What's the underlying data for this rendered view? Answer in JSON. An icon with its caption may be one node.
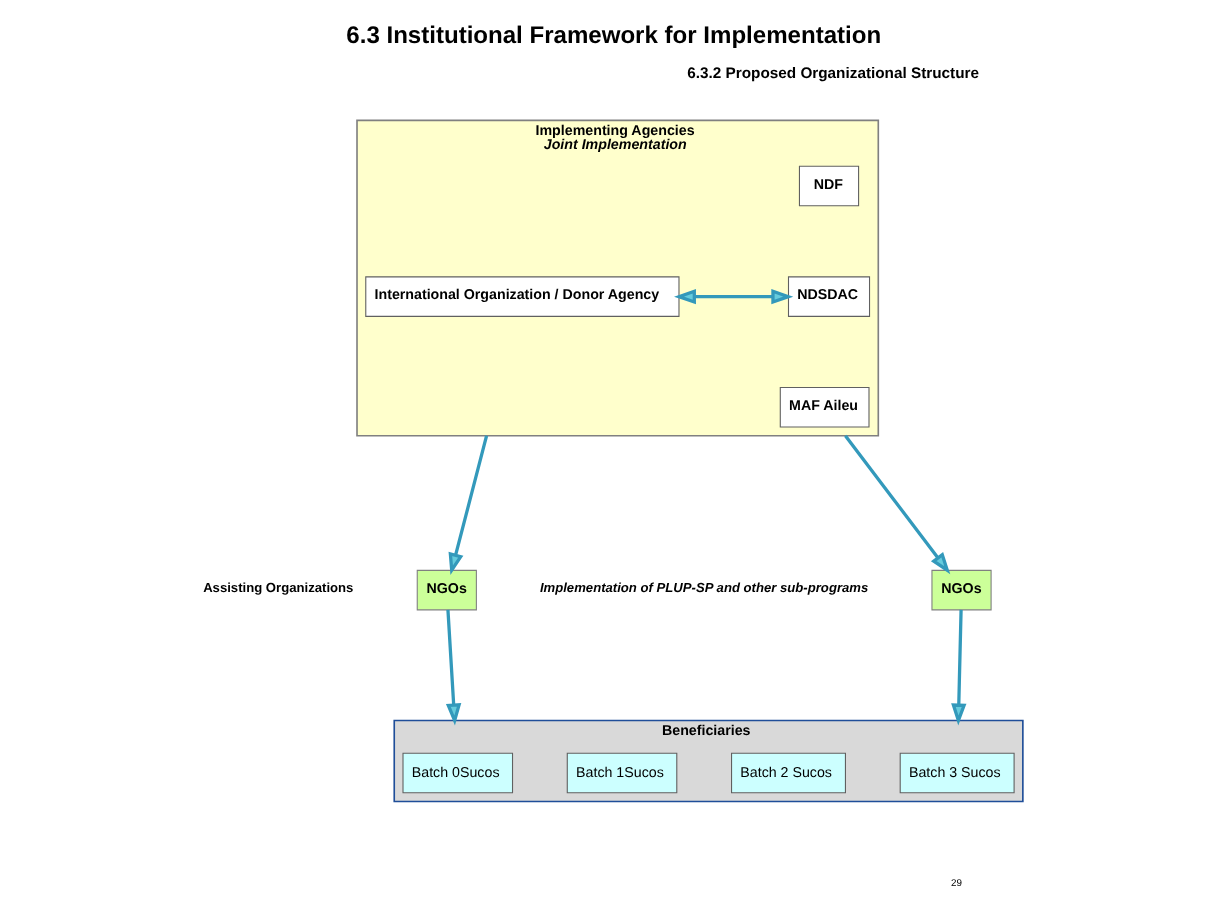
{
  "diagram": {
    "title": "6.3 Institutional Framework for Implementation",
    "nodes": [
      {
        "text": [
          "Implementing Agencies",
          "Joint Implementation"
        ]
      },
      {
        "text": [
          "International Organization / Donor Agency"
        ],
        "in": 0
      },
      {
        "text": [
          "NDF"
        ],
        "in": 0
      },
      {
        "text": [
          "NDSDAC"
        ],
        "in": 0
      },
      {
        "text": [
          "MAF Aileu"
        ],
        "in": 0
      },
      {
        "text": [
          "NGOs"
        ]
      },
      {
        "text": [
          "NGOs"
        ]
      },
      {
        "text": [
          "Beneficiaries"
        ]
      },
      {
        "text": [
          "Batch 0Sucos"
        ],
        "in": 7
      },
      {
        "text": [
          "Batch 1Sucos"
        ],
        "in": 7
      },
      {
        "text": [
          "Batch 2 Sucos"
        ],
        "in": 7
      },
      {
        "text": [
          "Batch 3 Sucos"
        ],
        "in": 7
      }
    ],
    "edges": [
      {
        "from": 1,
        "to": 3,
        "arrow": "both"
      },
      {
        "from": 0,
        "to": 5,
        "arrow": "to"
      },
      {
        "from": 0,
        "to": 6,
        "arrow": "to"
      },
      {
        "from": 5,
        "to": 7,
        "arrow": "to"
      },
      {
        "from": 6,
        "to": 7,
        "arrow": "to"
      }
    ],
    "labels": [
      "6.3.2 Proposed Organizational Structure",
      "Assisting Organizations",
      "Implementation of PLUP-SP and other sub-programs",
      "29"
    ]
  }
}
